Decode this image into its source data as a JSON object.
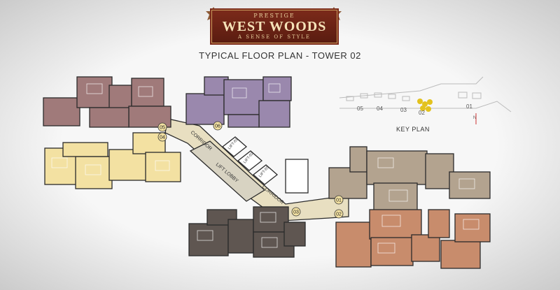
{
  "brand": {
    "top": "PRESTIGE",
    "main": "WEST WOODS",
    "tagline": "A SENSE OF STYLE",
    "colors": {
      "maroon": "#6b2314",
      "gold": "#e9cf9c"
    }
  },
  "title": "TYPICAL FLOOR PLAN - TOWER 02",
  "key_plan": {
    "title": "KEY PLAN",
    "numbers": [
      "05",
      "04",
      "03",
      "02",
      "01"
    ],
    "north": "N"
  },
  "labels": {
    "corridor": "CORRIDOR",
    "lift_lobby": "LIFT LOBBY",
    "lifts": [
      "LIFT-01",
      "LIFT-02",
      "LIFT-03"
    ]
  },
  "units": [
    "01",
    "02",
    "03",
    "04",
    "05",
    "06"
  ],
  "colors": {
    "unit_01": "#b3a38f",
    "unit_02": "#c88c6c",
    "unit_03": "#5f5651",
    "unit_04": "#f3e1a2",
    "unit_05": "#a07a7a",
    "unit_06": "#9a88ad",
    "corridor": "#e8dfc1"
  }
}
